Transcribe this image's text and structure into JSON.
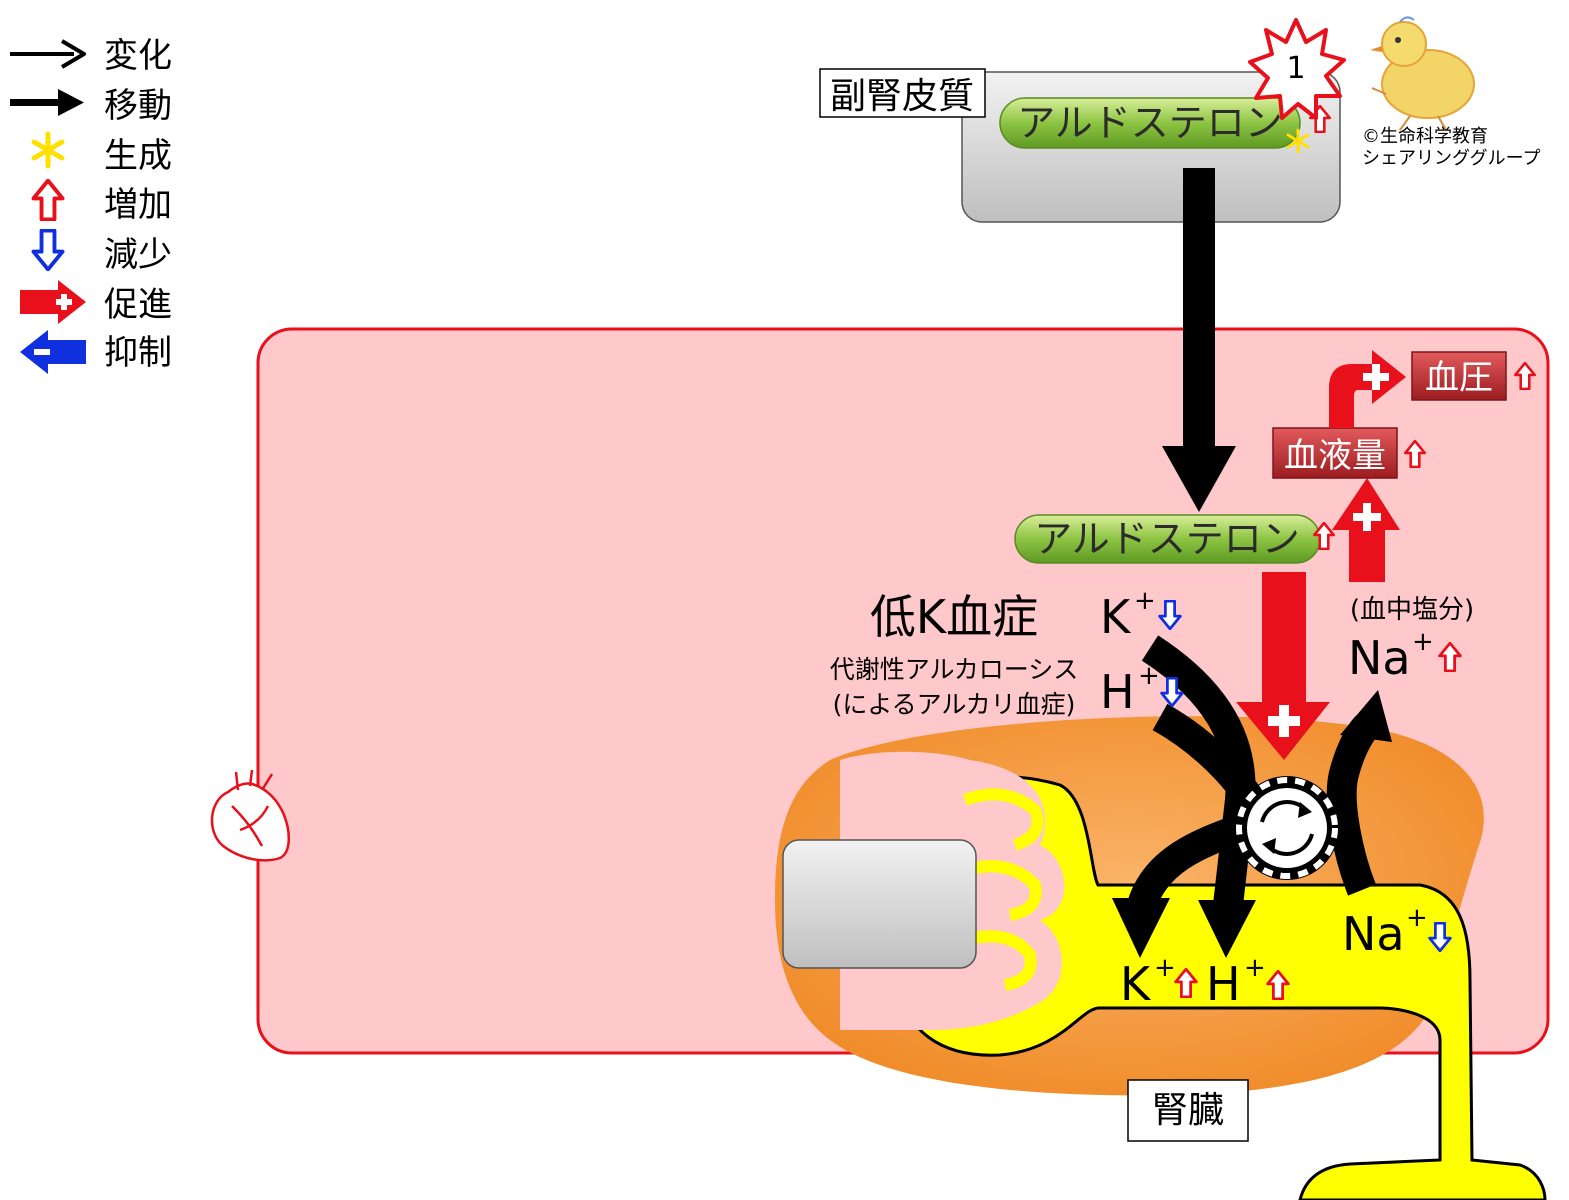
{
  "legend": [
    {
      "label": "変化",
      "icon": "thin-arrow-right-icon"
    },
    {
      "label": "移動",
      "icon": "thick-arrow-right-icon"
    },
    {
      "label": "生成",
      "icon": "asterisk-icon"
    },
    {
      "label": "増加",
      "icon": "up-arrow-outline-icon"
    },
    {
      "label": "減少",
      "icon": "down-arrow-outline-icon"
    },
    {
      "label": "促進",
      "icon": "promote-arrow-icon"
    },
    {
      "label": "抑制",
      "icon": "inhibit-arrow-icon"
    }
  ],
  "badge_number": "1",
  "copyright": {
    "line1": "©生命科学教育",
    "line2": "シェアリンググループ"
  },
  "adrenal_label": "副腎皮質",
  "hormone_label": "アルドステロン",
  "blood_pressure_label": "血圧",
  "blood_volume_label": "血液量",
  "salt_label": "(血中塩分)",
  "condition_title": "低K血症",
  "condition_sub1": "代謝性アルカローシス",
  "condition_sub2": "(によるアルカリ血症)",
  "ions": {
    "k": "K",
    "h": "H",
    "na": "Na",
    "charge": "+"
  },
  "kidney_label": "腎臓",
  "colors": {
    "body_fill": "#ffc8ca",
    "body_stroke": "#e8101b",
    "kidney_orange": "#f7993a",
    "tubule_yellow": "#ffff00",
    "hormone_green": "#8dc443",
    "increase_red": "#e8101b",
    "decrease_blue": "#1030e0",
    "box_red": "#b8282c"
  }
}
